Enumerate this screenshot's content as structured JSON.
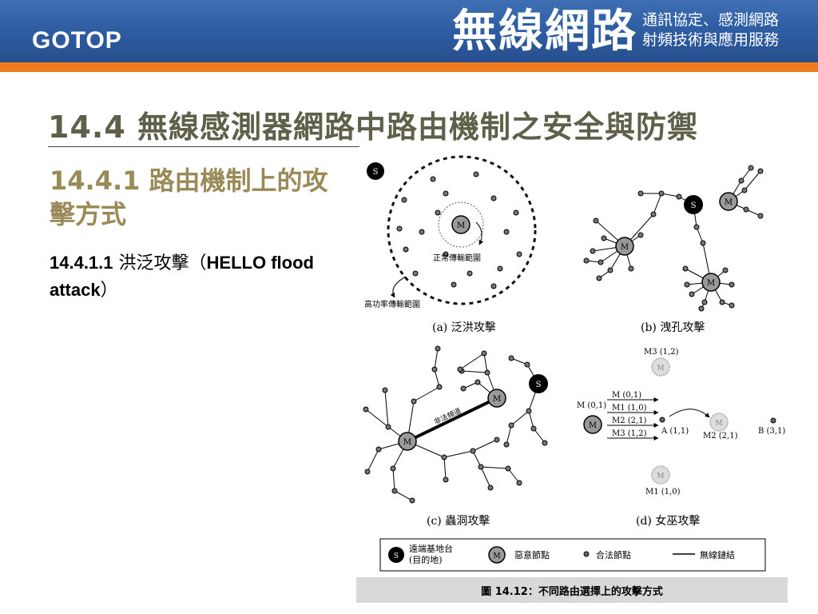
{
  "header": {
    "logo": "GOTOP",
    "brand_title": "無線網路",
    "brand_sub_line1": "通訊協定、感測網路",
    "brand_sub_line2": "射頻技術與應用服務",
    "colors": {
      "header_blue": "#2f5ea3",
      "accent_orange": "#f07a1e"
    }
  },
  "slide": {
    "title": "14.4  無線感測器網路中路由機制之安全與防禦",
    "section": "14.4.1  路由機制上的攻擊方式",
    "subsection_num": "14.4.1.1",
    "subsection_text": "洪泛攻擊（",
    "subsection_en": "HELLO flood attack",
    "subsection_close": "）"
  },
  "figure": {
    "caption": "圖 14.12：不同路由選擇上的攻擊方式",
    "panel_a": {
      "label": "(a) 泛洪攻擊",
      "normal_range": "正常傳輸範圍",
      "high_power_range": "高功率傳輸範圍"
    },
    "panel_b": {
      "label": "(b) 洩孔攻擊"
    },
    "panel_c": {
      "label": "(c) 蟲洞攻擊",
      "tunnel": "非法頻道"
    },
    "panel_d": {
      "label": "(d) 女巫攻擊",
      "m01": "M (0,1)",
      "arrows": [
        "M  (0,1)",
        "M1 (1,0)",
        "M2 (2,1)",
        "M3 (1,2)"
      ],
      "a": "A (1,1)",
      "b": "B (3,1)",
      "m3": "M3 (1,2)",
      "m2": "M2 (2,1)",
      "m1": "M1 (1,0)"
    },
    "legend": {
      "base_station": "遠端基地台\n(目的地)",
      "base_station_l1": "遠端基地台",
      "base_station_l2": "(目的地)",
      "malicious": "惡意節點",
      "legal": "合法節點",
      "link": "無線鏈結"
    },
    "node_labels": {
      "s": "S",
      "m": "M"
    }
  }
}
